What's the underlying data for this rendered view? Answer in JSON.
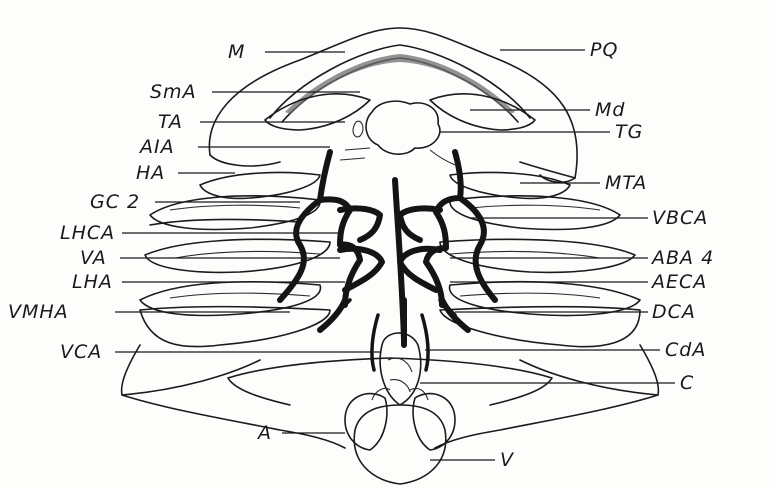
{
  "labels": {
    "M": "M",
    "PQ": "PQ",
    "SmA": "SmA",
    "Md": "Md",
    "TA": "TA",
    "TG": "TG",
    "AIA": "AIA",
    "HA": "HA",
    "MTA": "MTA",
    "GC2": "GC 2",
    "VBCA": "VBCA",
    "LHCA": "LHCA",
    "VA": "VA",
    "ABA4": "ABA 4",
    "LHA": "LHA",
    "AECA": "AECA",
    "VMHA": "VMHA",
    "DCA": "DCA",
    "VCA": "VCA",
    "CdA": "CdA",
    "C": "C",
    "A": "A",
    "V": "V"
  }
}
